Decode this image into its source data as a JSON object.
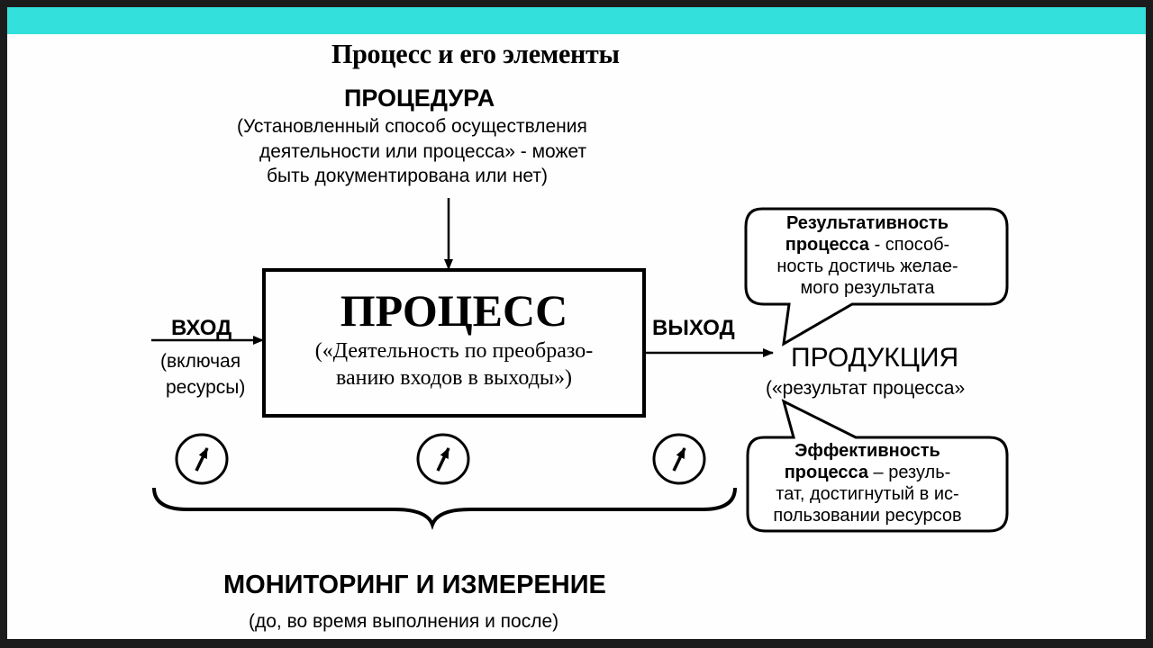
{
  "slide": {
    "title": "Процесс и его элементы",
    "accent_color": "#33e0dc"
  },
  "procedure": {
    "heading": "ПРОЦЕДУРА",
    "description_lines": [
      "(Установленный способ осуществления",
      "деятельности или процесса» - может",
      "быть документирована или нет)"
    ]
  },
  "process_box": {
    "title": "ПРОЦЕСС",
    "description_lines": [
      "(«Деятельность по преобразо-",
      "ванию входов в выходы»)"
    ]
  },
  "input": {
    "label": "ВХОД",
    "note_lines": [
      "(включая",
      "ресурсы)"
    ]
  },
  "output": {
    "label": "ВЫХОД",
    "product": "ПРОДУКЦИЯ",
    "product_note": "(«результат процесса»"
  },
  "effectiveness_bubble": {
    "bold": [
      "Результативность",
      "процесса"
    ],
    "rest": [
      " - способ-",
      "ность достичь желае-",
      "мого результата"
    ]
  },
  "efficiency_bubble": {
    "bold": [
      "Эффективность",
      "процесса"
    ],
    "rest": [
      " – резуль-",
      "тат, достигнутый в ис-",
      "пользовании ресурсов"
    ]
  },
  "monitoring": {
    "heading": "МОНИТОРИНГ И ИЗМЕРЕНИЕ",
    "note": "(до, во время выполнения и после)",
    "gauges": [
      "gauge-before",
      "gauge-during",
      "gauge-after"
    ]
  }
}
